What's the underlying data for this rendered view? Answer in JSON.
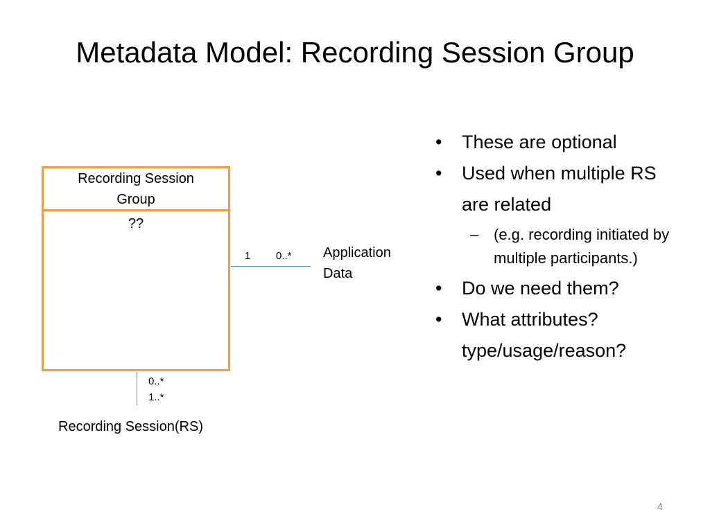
{
  "slide": {
    "title": "Metadata Model: Recording Session Group",
    "page_number": "4"
  },
  "diagram": {
    "class_box": {
      "name": "Recording Session Group",
      "attributes": "??",
      "border_color": "#f39b44"
    },
    "connector_color": "#5b8fc7",
    "right_association": {
      "mult_near": "1",
      "mult_far": "0..*",
      "target_line1": "Application",
      "target_line2": "Data"
    },
    "bottom_association": {
      "mult_1": "0..*",
      "mult_2": "1..*",
      "target": "Recording Session(RS)"
    }
  },
  "bullets": [
    {
      "text": "These are optional"
    },
    {
      "text": "Used when multiple RS are related"
    },
    {
      "text": "Do we need them?"
    },
    {
      "text": "What attributes?"
    }
  ],
  "sub_bullet": "(e.g. recording initiated by multiple participants.)",
  "continuation": "type/usage/reason?",
  "marks": {
    "bullet": "•",
    "dash": "–"
  }
}
